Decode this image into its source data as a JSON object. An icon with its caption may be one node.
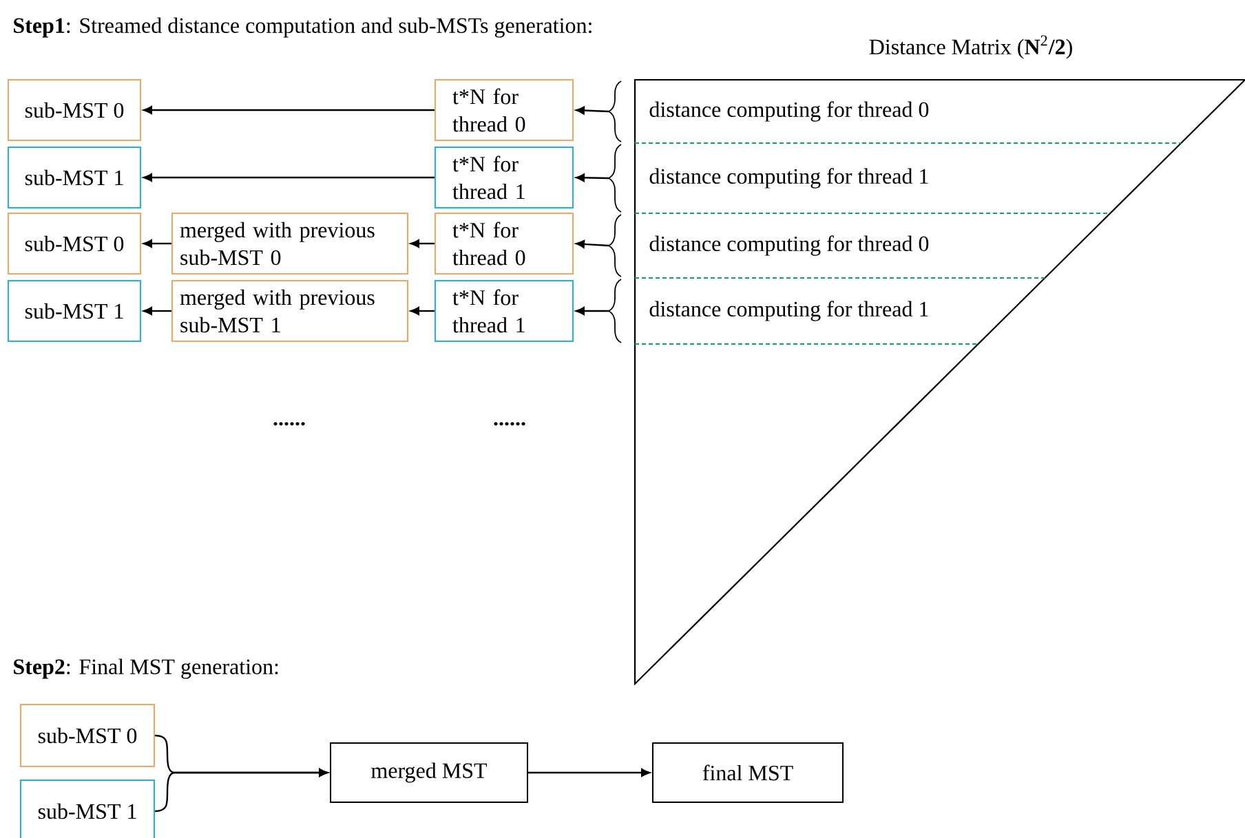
{
  "diagram": {
    "nodes": [
      {
        "text": [
          "Distance Matrix (**N**$^{2}$**/2**)"
        ]
      },
      {
        "text": [
          "distance computing for thread 0"
        ],
        "in": 0
      },
      {
        "text": [
          "distance computing for thread 1"
        ],
        "in": 0
      },
      {
        "text": [
          "distance computing for thread 0"
        ],
        "in": 0
      },
      {
        "text": [
          "distance computing for thread 1"
        ],
        "in": 0
      },
      {
        "text": [
          "t*N for thread 0"
        ]
      },
      {
        "text": [
          "t*N for thread 1"
        ]
      },
      {
        "text": [
          "t*N for thread 0"
        ]
      },
      {
        "text": [
          "t*N for thread 1"
        ]
      },
      {
        "text": [
          "merged with previous sub-MST 0"
        ]
      },
      {
        "text": [
          "merged with previous sub-MST 1"
        ]
      },
      {
        "text": [
          "sub-MST 0"
        ]
      },
      {
        "text": [
          "sub-MST 1"
        ]
      },
      {
        "text": [
          "sub-MST 0"
        ]
      },
      {
        "text": [
          "sub-MST 1"
        ]
      },
      {
        "text": [
          "sub-MST 0"
        ]
      },
      {
        "text": [
          "sub-MST 1"
        ]
      },
      {
        "text": [
          "merged MST"
        ]
      },
      {
        "text": [
          "final MST"
        ]
      }
    ],
    "edges": [
      {
        "from": 1,
        "to": 5,
        "arrow": "to"
      },
      {
        "from": 2,
        "to": 6,
        "arrow": "to"
      },
      {
        "from": 3,
        "to": 7,
        "arrow": "to"
      },
      {
        "from": 4,
        "to": 8,
        "arrow": "to"
      },
      {
        "from": 5,
        "to": 11,
        "arrow": "to"
      },
      {
        "from": 6,
        "to": 12,
        "arrow": "to"
      },
      {
        "from": 7,
        "to": 9,
        "arrow": "to"
      },
      {
        "from": 8,
        "to": 10,
        "arrow": "to"
      },
      {
        "from": 9,
        "to": 13,
        "arrow": "to"
      },
      {
        "from": 10,
        "to": 14,
        "arrow": "to"
      },
      {
        "from": 15,
        "to": 17,
        "arrow": "to"
      },
      {
        "from": 16,
        "to": 17,
        "arrow": "to"
      },
      {
        "from": 17,
        "to": 18,
        "arrow": "to"
      }
    ],
    "labels": [
      "**Step1**: Streamed distance computation and sub-MSTs generation:",
      "......",
      "......",
      "**Step2**: Final MST generation:"
    ]
  }
}
